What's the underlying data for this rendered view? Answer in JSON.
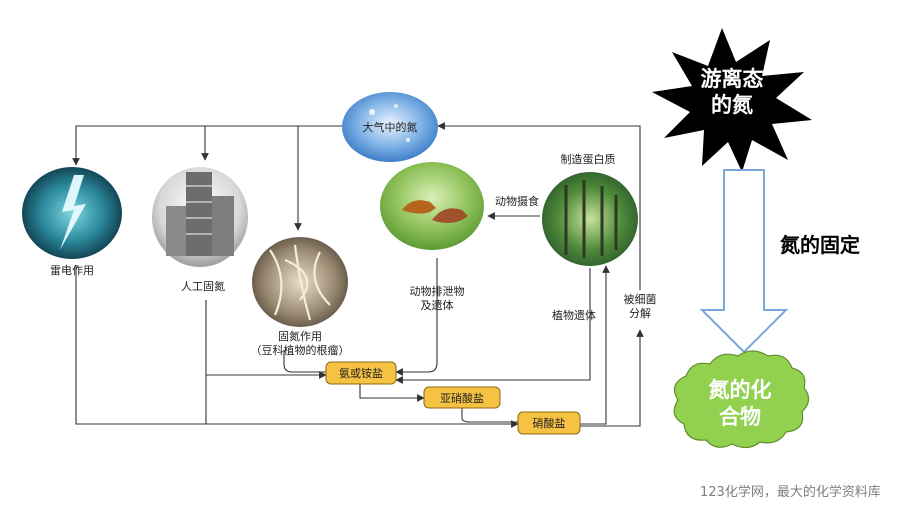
{
  "nodes": {
    "atmosphere": "大气中的氮",
    "lightning": "雷电作用",
    "industrial": "人工固氮",
    "fixation": [
      "固氮作用",
      "（豆科植物的根瘤）"
    ],
    "excretion": [
      "动物排泄物",
      "及遗体"
    ],
    "animal_eat": "动物摄食",
    "protein": "制造蛋白质",
    "plant_remains": "植物遗体",
    "decompose": [
      "被细菌",
      "分解"
    ]
  },
  "boxes": {
    "ammonium": "氨或铵盐",
    "nitrite": "亚硝酸盐",
    "nitrate": "硝酸盐"
  },
  "right_panel": {
    "free_nitrogen": [
      "游离态",
      "的氮"
    ],
    "fixation_title": "氮的固定",
    "compound": [
      "氮的化",
      "合物"
    ]
  },
  "colors": {
    "box_fill": "#f5c242",
    "star_fill": "#000000",
    "cloud_fill": "#92d050",
    "arrow_fill": "#ffffff",
    "arrow_stroke": "#7aa6d8"
  },
  "watermark": "123化学网，最大的化学资料库"
}
